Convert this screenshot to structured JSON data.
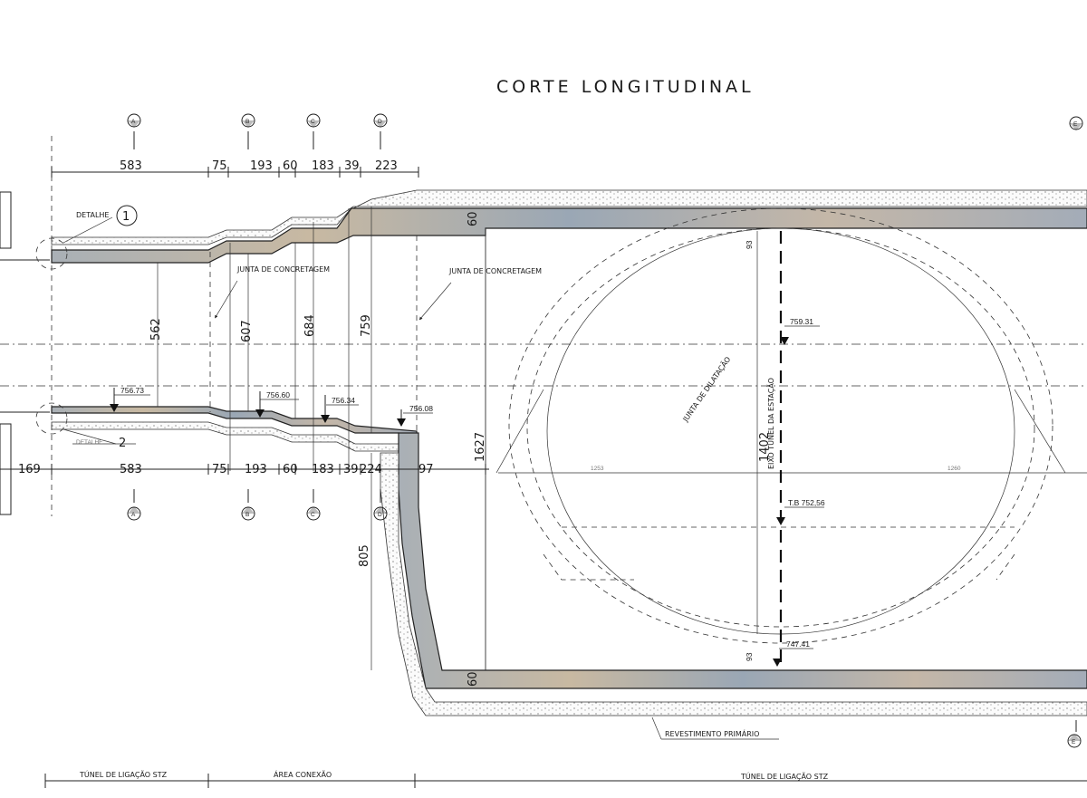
{
  "title": "CORTE LONGITUDINAL",
  "section_markers": {
    "top": [
      "A",
      "B",
      "C",
      "D"
    ],
    "bottom": [
      "A",
      "B",
      "C",
      "D"
    ],
    "right_top": "E",
    "right_bottom": "E"
  },
  "dimensions_top": [
    "583",
    "75",
    "193",
    "60",
    "183",
    "39",
    "223"
  ],
  "dimensions_bottom": [
    "169",
    "583",
    "75",
    "193",
    "60",
    "183",
    "39",
    "224",
    "97"
  ],
  "vertical_dimensions": {
    "d562": "562",
    "d607": "607",
    "d684": "684",
    "d759": "759",
    "d1627": "1627",
    "d1402": "1402",
    "d805": "805",
    "d60_top": "60",
    "d60_bot": "60",
    "d93_top": "93",
    "d93_bot": "93"
  },
  "elevations": {
    "e1": "756.73",
    "e2": "756.60",
    "e3": "756.34",
    "e4": "756.08",
    "e5": "759.31",
    "e6": "T.B 752,56",
    "e7": "747.41"
  },
  "notes": {
    "detalhe1": "DETALHE",
    "detalhe1_num": "1",
    "detalhe2": "DETALHE",
    "detalhe2_num": "2",
    "junta1": "JUNTA DE CONCRETAGEM",
    "junta2": "JUNTA DE CONCRETAGEM",
    "junta_dilatacao": "JUNTA DE DILATAÇÃO",
    "eixo": "EIXO TÚNEL DA ESTAÇÃO",
    "revestimento": "REVESTIMENTO PRIMÁRIO",
    "faint_left": "1253",
    "faint_right": "1260"
  },
  "zones": {
    "z1": "TÚNEL DE LIGAÇÃO STZ",
    "z2": "ÁREA CONEXÃO",
    "z3": "TÚNEL DE LIGAÇÃO STZ"
  }
}
